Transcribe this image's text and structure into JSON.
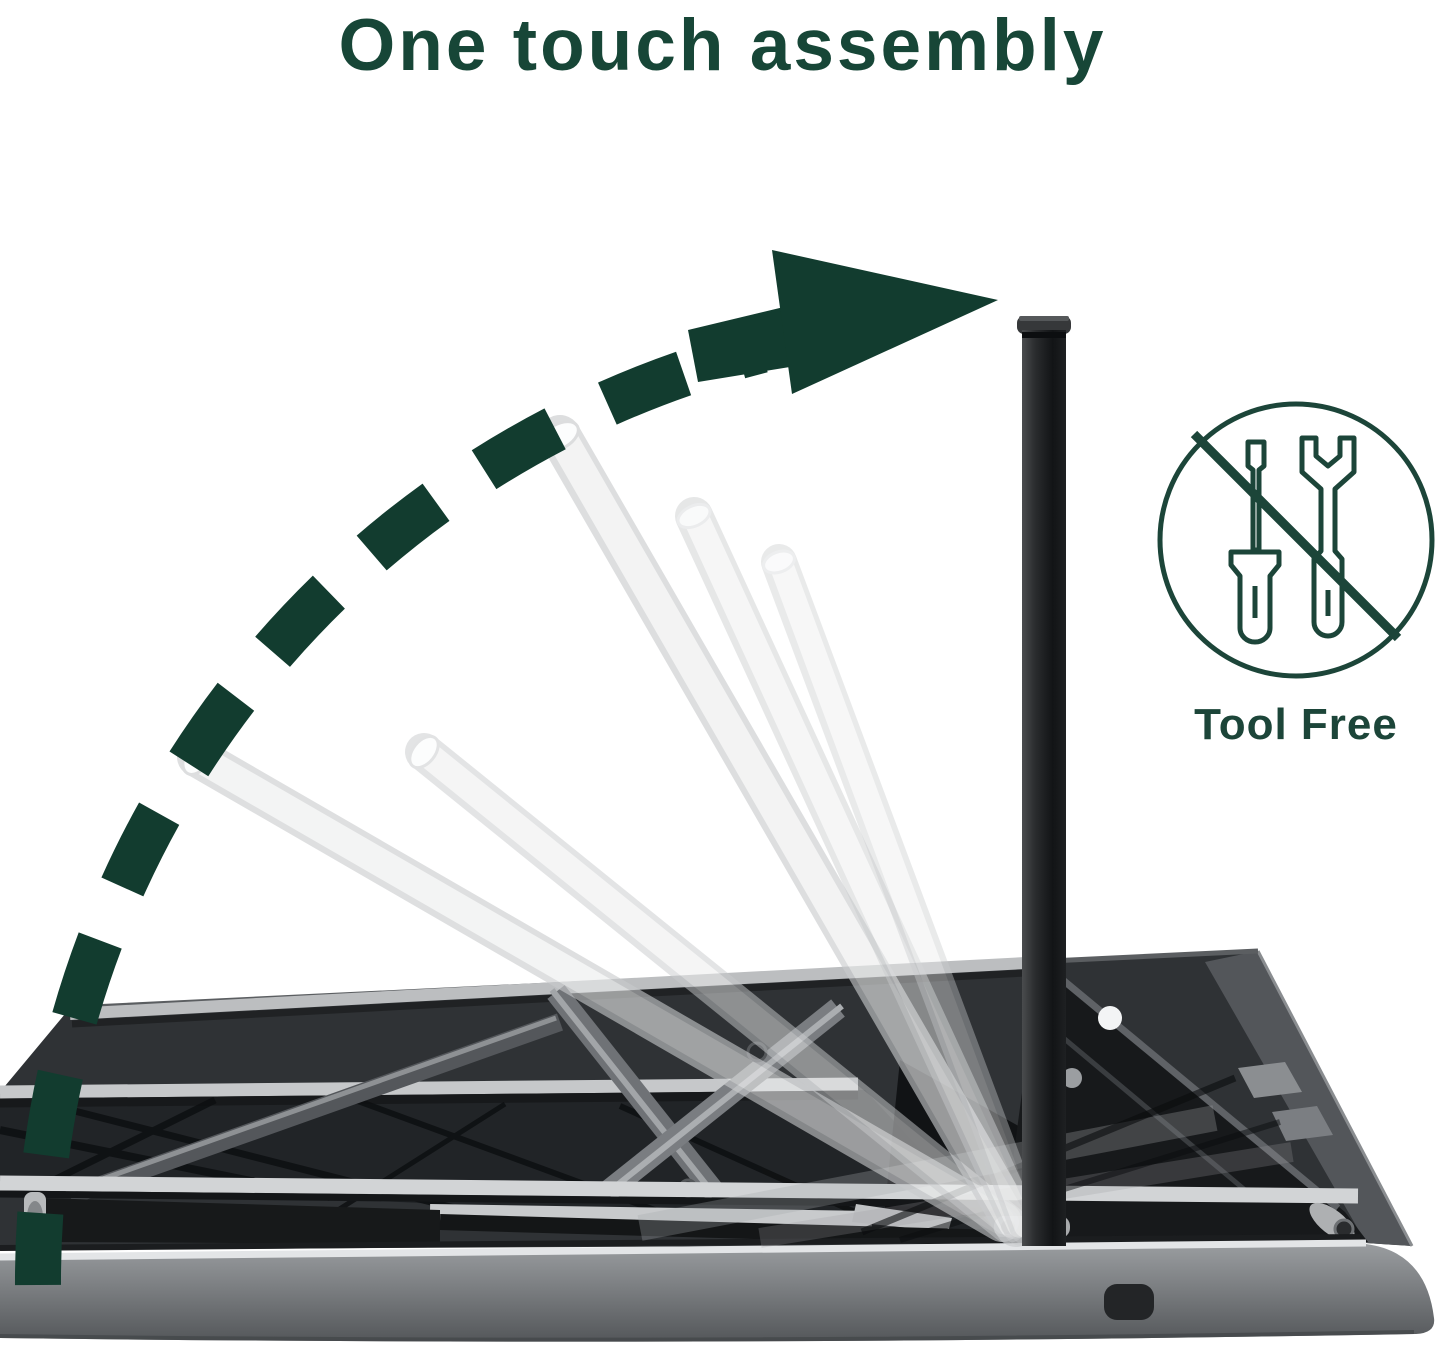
{
  "title": "One touch assembly",
  "badge": {
    "label": "Tool Free"
  },
  "colors": {
    "title_green": "#174637",
    "arrow_green": "#123C2F",
    "icon_green": "#1C4539",
    "background": "#FFFFFF",
    "table_dark": "#2F3235",
    "rim_gray": "#7B7E81",
    "ghost_leg_gray": "#E9EAEC"
  },
  "illustration": {
    "ghost_leg_count": 5,
    "motion": "leg swings upright along dashed arc"
  }
}
